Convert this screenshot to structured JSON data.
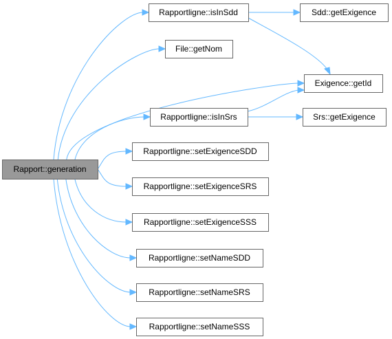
{
  "graph": {
    "nodes": [
      {
        "id": "root",
        "label": "Rapport::generation"
      },
      {
        "id": "isInSdd",
        "label": "Rapportligne::isInSdd"
      },
      {
        "id": "sddGetExigence",
        "label": "Sdd::getExigence"
      },
      {
        "id": "fileGetNom",
        "label": "File::getNom"
      },
      {
        "id": "exigenceGetId",
        "label": "Exigence::getId"
      },
      {
        "id": "isInSrs",
        "label": "Rapportligne::isInSrs"
      },
      {
        "id": "srsGetExigence",
        "label": "Srs::getExigence"
      },
      {
        "id": "setExigenceSDD",
        "label": "Rapportligne::setExigenceSDD"
      },
      {
        "id": "setExigenceSRS",
        "label": "Rapportligne::setExigenceSRS"
      },
      {
        "id": "setExigenceSSS",
        "label": "Rapportligne::setExigenceSSS"
      },
      {
        "id": "setNameSDD",
        "label": "Rapportligne::setNameSDD"
      },
      {
        "id": "setNameSRS",
        "label": "Rapportligne::setNameSRS"
      },
      {
        "id": "setNameSSS",
        "label": "Rapportligne::setNameSSS"
      }
    ],
    "edges": [
      {
        "from": "root",
        "to": "isInSdd"
      },
      {
        "from": "root",
        "to": "fileGetNom"
      },
      {
        "from": "root",
        "to": "exigenceGetId"
      },
      {
        "from": "root",
        "to": "isInSrs"
      },
      {
        "from": "root",
        "to": "setExigenceSDD"
      },
      {
        "from": "root",
        "to": "setExigenceSRS"
      },
      {
        "from": "root",
        "to": "setExigenceSSS"
      },
      {
        "from": "root",
        "to": "setNameSDD"
      },
      {
        "from": "root",
        "to": "setNameSRS"
      },
      {
        "from": "root",
        "to": "setNameSSS"
      },
      {
        "from": "isInSdd",
        "to": "sddGetExigence"
      },
      {
        "from": "isInSdd",
        "to": "exigenceGetId"
      },
      {
        "from": "isInSrs",
        "to": "exigenceGetId"
      },
      {
        "from": "isInSrs",
        "to": "srsGetExigence"
      }
    ]
  }
}
